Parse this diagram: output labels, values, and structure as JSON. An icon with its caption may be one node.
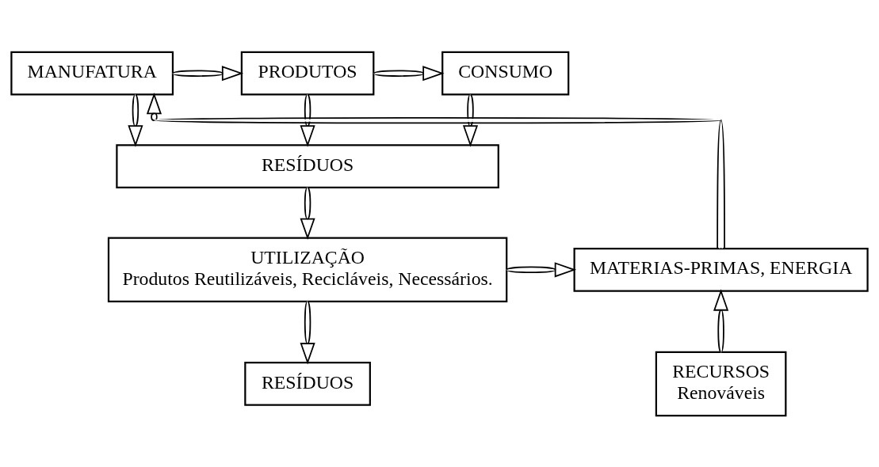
{
  "diagram": {
    "nodes": [
      {
        "text": [
          "MANUFATURA"
        ]
      },
      {
        "text": [
          "PRODUTOS"
        ]
      },
      {
        "text": [
          "CONSUMO"
        ]
      },
      {
        "text": [
          "RESÍDUOS"
        ]
      },
      {
        "text": [
          "MATERIAS-PRIMAS, ENERGIA"
        ]
      },
      {
        "text": [
          "UTILIZAÇÃO",
          "Produtos Reutilizáveis, Recicláveis, Necessários."
        ]
      },
      {
        "text": [
          "RECURSOS",
          "Renováveis"
        ]
      },
      {
        "text": [
          "RESÍDUOS"
        ]
      }
    ],
    "edges": [
      {
        "from": 0,
        "to": 1,
        "arrow": "to"
      },
      {
        "from": 1,
        "to": 2,
        "arrow": "to"
      },
      {
        "from": 0,
        "to": 3,
        "arrow": "to"
      },
      {
        "from": 1,
        "to": 3,
        "arrow": "to"
      },
      {
        "from": 2,
        "to": 3,
        "arrow": "to"
      },
      {
        "from": 3,
        "to": 5,
        "arrow": "to"
      },
      {
        "from": 5,
        "to": 4,
        "arrow": "to"
      },
      {
        "from": 4,
        "to": 0,
        "arrow": "to"
      },
      {
        "from": 6,
        "to": 4,
        "arrow": "to"
      },
      {
        "from": 5,
        "to": 7,
        "arrow": "to"
      }
    ]
  }
}
